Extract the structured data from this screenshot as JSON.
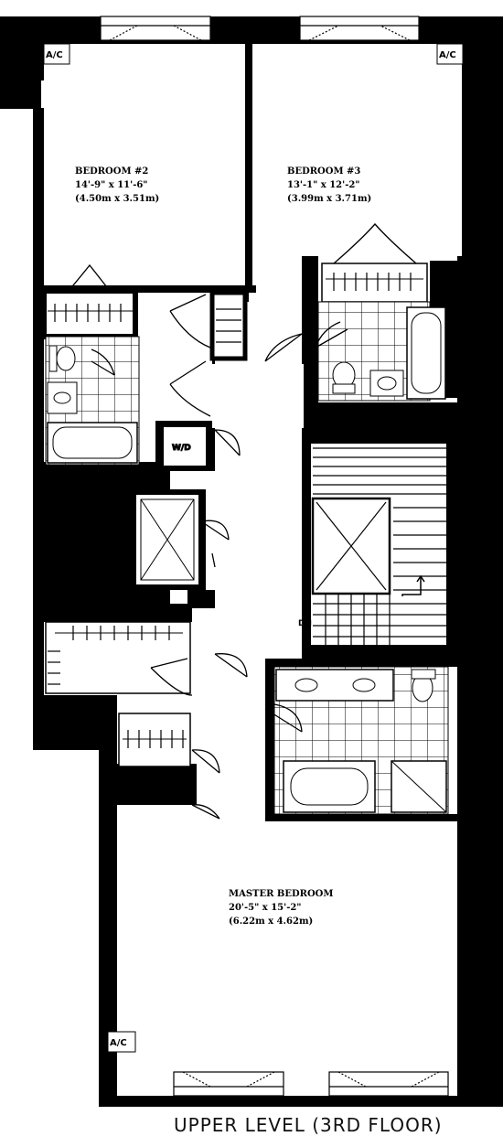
{
  "rooms": {
    "bedroom2": {
      "name": "BEDROOM #2",
      "dims_imperial": "14'-9\" x 11'-6\"",
      "dims_metric": "(4.50m x 3.51m)"
    },
    "bedroom3": {
      "name": "BEDROOM #3",
      "dims_imperial": "13'-1\" x 12'-2\"",
      "dims_metric": "(3.99m x 3.71m)"
    },
    "master": {
      "name": "MASTER BEDROOM",
      "dims_imperial": "20'-5\" x 15'-2\"",
      "dims_metric": "(6.22m x 4.62m)"
    }
  },
  "labels": {
    "ac": "A/C",
    "washer_dryer": "W/D",
    "stair_down": "DN"
  },
  "caption": "UPPER LEVEL (3RD FLOOR)"
}
